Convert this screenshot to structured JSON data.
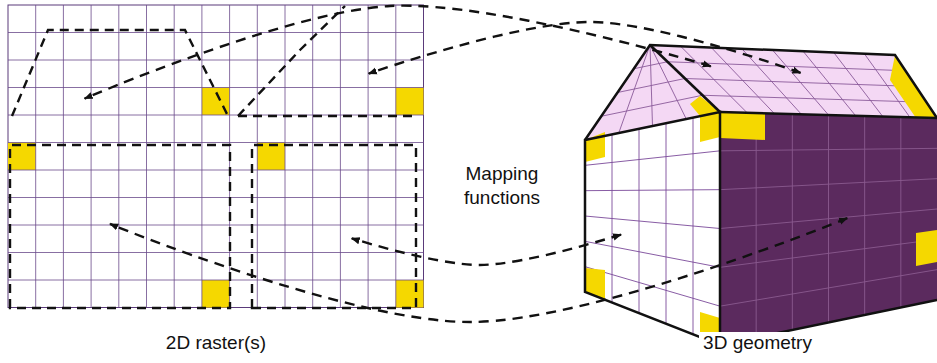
{
  "diagram": {
    "nodes": [
      {
        "text": [
          "2D raster(s)"
        ]
      },
      {
        "text": [
          "3D geometry"
        ]
      }
    ],
    "edges": [
      {
        "from": 1,
        "to": 0,
        "arrow": "both"
      },
      {
        "from": 1,
        "to": 0,
        "arrow": "both"
      },
      {
        "from": 1,
        "to": 0,
        "arrow": "both"
      },
      {
        "from": 1,
        "to": 0,
        "arrow": "both"
      }
    ],
    "labels": [
      "Mapping functions"
    ]
  }
}
